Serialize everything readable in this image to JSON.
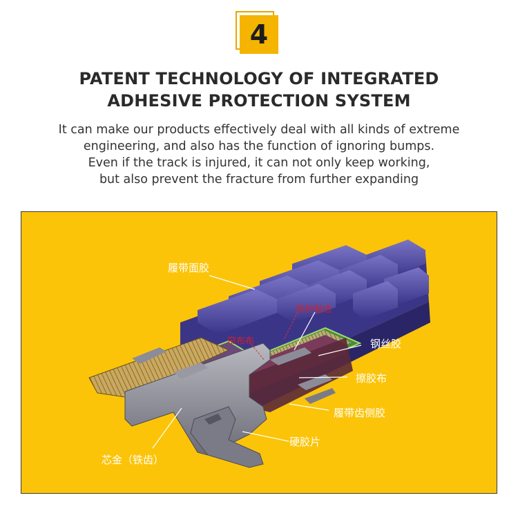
{
  "badge": {
    "number": "4"
  },
  "title": {
    "line1": "PATENT TECHNOLOGY OF INTEGRATED",
    "line2": "ADHESIVE PROTECTION SYSTEM"
  },
  "description": {
    "line1": "It can make our products effectively deal with all kinds of extreme",
    "line2": "engineering, and also has the function of ignoring bumps.",
    "line3": "Even if the track is injured, it can not only keep working,",
    "line4": "but also prevent the fracture from further expanding"
  },
  "figure": {
    "background_color": "#fbc409",
    "labels": {
      "tread_rubber": "履带面胶",
      "protective_bonding": "防护粘合",
      "cord_fabric": "帘布布",
      "steel_cord_rubber": "钢丝胶",
      "rubbing_fabric": "擦胶布",
      "side_rubber": "履带齿侧胶",
      "hard_rubber_sheet": "硬胶片",
      "core_metal": "芯金（铁齿）"
    }
  }
}
